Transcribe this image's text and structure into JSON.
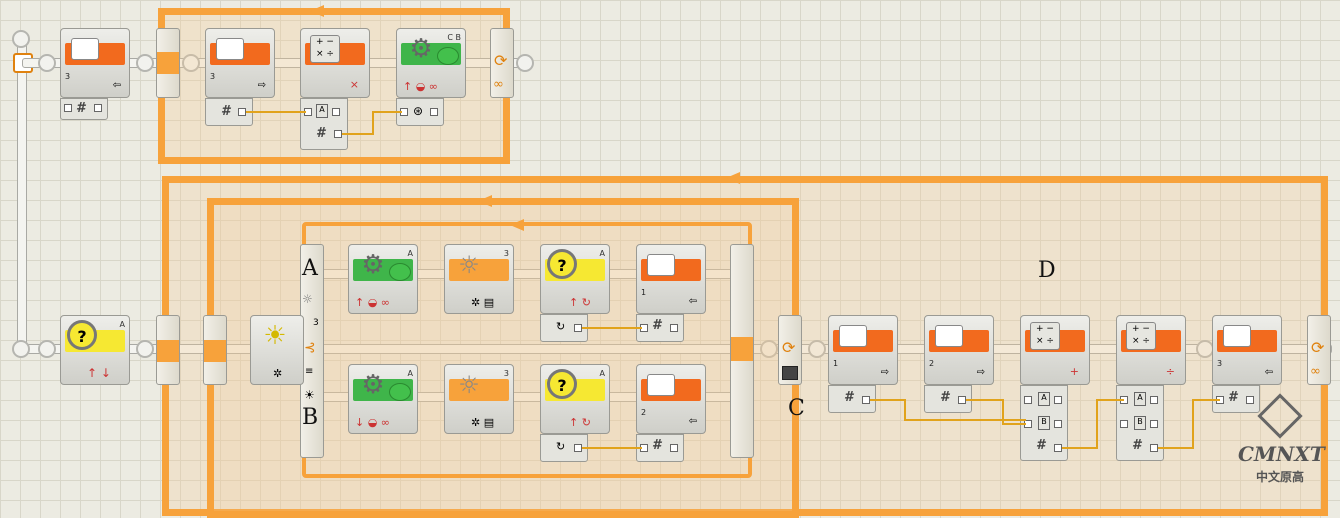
{
  "labels": {
    "a": "A",
    "b": "B",
    "c": "C",
    "d": "D"
  },
  "blocks": {
    "top_var1": {
      "num": "3"
    },
    "top_var2": {
      "num": "3"
    },
    "top_motor_ports": "C B",
    "main_touch_port": "A",
    "light_port": "3",
    "motor_a_port": "A",
    "light_a_port": "3",
    "rot_a_port": "A",
    "var_a_num": "1",
    "motor_b_port": "A",
    "light_b_port": "3",
    "rot_b_port": "A",
    "var_b_num": "2",
    "var_d1_num": "1",
    "var_d2_num": "2",
    "var_d3_num": "3"
  },
  "logo": {
    "brand": "CMNXT",
    "sub": "中文原高"
  },
  "colors": {
    "orange": "#f26a1e",
    "green": "#3fb54a",
    "yellow": "#f6e832",
    "loop": "#f7a23b"
  }
}
